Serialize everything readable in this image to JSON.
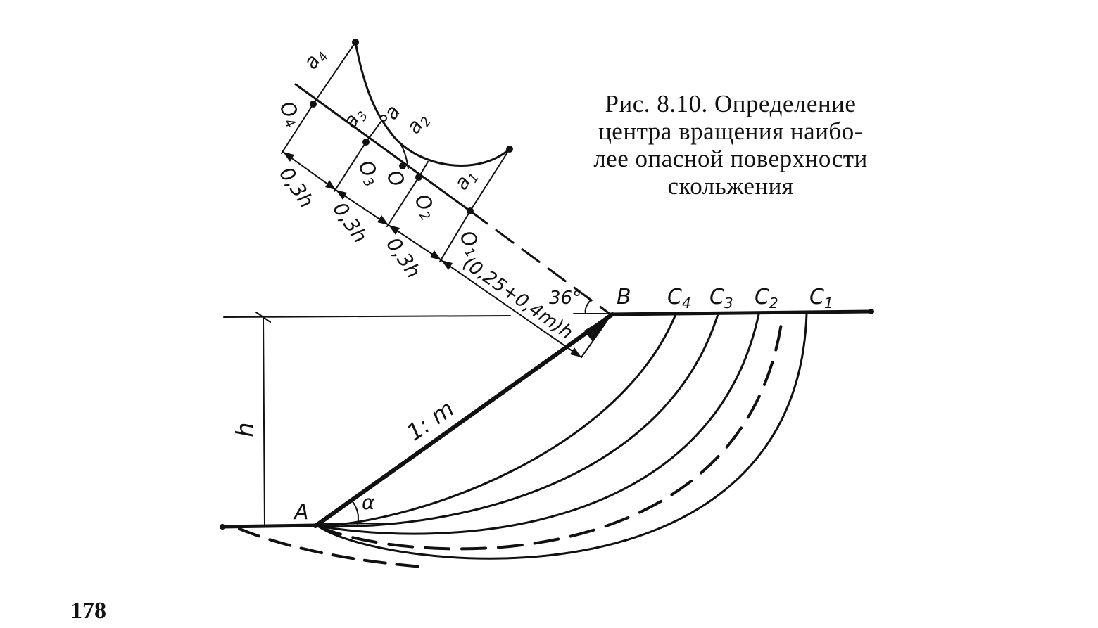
{
  "figure": {
    "caption_lines": [
      "Рис.   8.10.  Определение",
      "центра  вращения  наибо-",
      "лее  опасной  поверхности",
      "скольжения"
    ],
    "page_number": "178"
  },
  "labels": {
    "A": "A",
    "B": "B",
    "C1": "C",
    "C2": "C",
    "C3": "C",
    "C4": "C",
    "C1_sub": "1",
    "C2_sub": "2",
    "C3_sub": "3",
    "C4_sub": "4",
    "h": "h",
    "slope": "1: m",
    "alpha": "α",
    "angle36": "36°",
    "O": "O",
    "O1": "O",
    "O1_sub": "1",
    "O2": "O",
    "O2_sub": "2",
    "O3": "O",
    "O3_sub": "3",
    "O4": "O",
    "O4_sub": "4",
    "a1": "a",
    "a1_sub": "1",
    "a2": "a",
    "a2_sub": "2",
    "a3": "a",
    "a3_sub": "3",
    "a4": "a",
    "a4_sub": "4",
    "a": "a",
    "dim1": "0,3h",
    "dim2": "0,3h",
    "dim3": "0,3h",
    "dim_main": "(0,25+0,4m)h"
  }
}
